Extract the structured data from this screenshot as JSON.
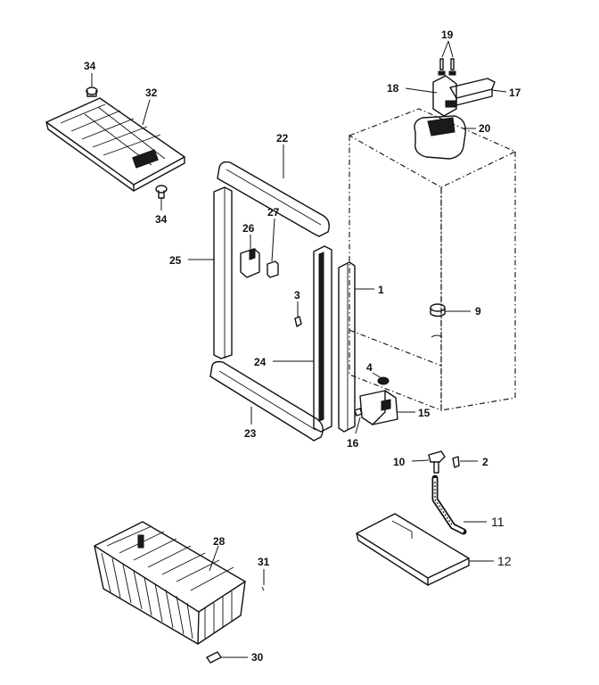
{
  "callouts": [
    {
      "id": "34a",
      "text": "34"
    },
    {
      "id": "32",
      "text": "32"
    },
    {
      "id": "34b",
      "text": "34"
    },
    {
      "id": "22",
      "text": "22"
    },
    {
      "id": "19",
      "text": "19"
    },
    {
      "id": "18",
      "text": "18"
    },
    {
      "id": "17",
      "text": "17"
    },
    {
      "id": "20",
      "text": "20"
    },
    {
      "id": "26",
      "text": "26"
    },
    {
      "id": "27",
      "text": "27"
    },
    {
      "id": "25",
      "text": "25"
    },
    {
      "id": "3",
      "text": "3"
    },
    {
      "id": "1",
      "text": "1"
    },
    {
      "id": "9",
      "text": "9"
    },
    {
      "id": "24",
      "text": "24"
    },
    {
      "id": "4",
      "text": "4"
    },
    {
      "id": "15",
      "text": "15"
    },
    {
      "id": "23",
      "text": "23"
    },
    {
      "id": "16",
      "text": "16"
    },
    {
      "id": "10",
      "text": "10"
    },
    {
      "id": "2",
      "text": "2"
    },
    {
      "id": "11",
      "text": "11"
    },
    {
      "id": "12",
      "text": "12"
    },
    {
      "id": "28",
      "text": "28"
    },
    {
      "id": "31",
      "text": "31"
    },
    {
      "id": "30",
      "text": "30"
    }
  ]
}
